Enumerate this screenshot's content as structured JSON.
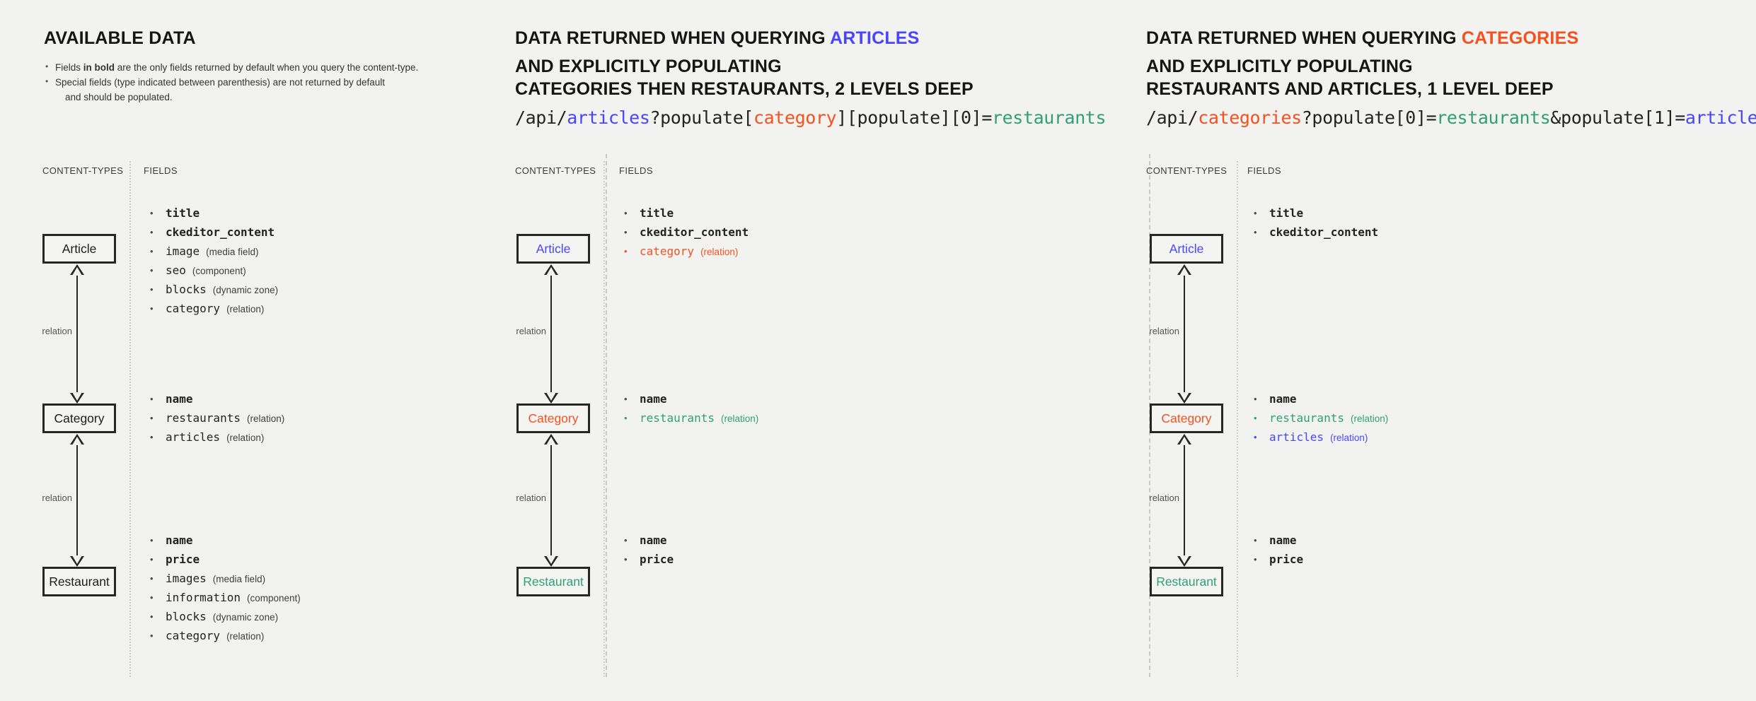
{
  "panels": [
    {
      "id": "available-data",
      "heading_lines": [
        {
          "text": "AVAILABLE DATA",
          "accent": null,
          "accent_text": null
        }
      ],
      "notes": [
        {
          "pre": "Fields ",
          "bold": "in bold",
          "post": " are the only fields returned by default when you query the content-type."
        },
        {
          "pre": "Special fields (type indicated between parenthesis) are not returned by default",
          "bold": "",
          "post": ""
        },
        {
          "pre": "and should be populated.",
          "bold": "",
          "post": ""
        }
      ],
      "api_query": null,
      "col_labels": {
        "content_types": "CONTENT-TYPES",
        "fields": "FIELDS"
      },
      "relation_label": "relation",
      "boxes": [
        {
          "label": "Article",
          "color": "default"
        },
        {
          "label": "Category",
          "color": "default"
        },
        {
          "label": "Restaurant",
          "color": "default"
        }
      ],
      "field_groups": [
        {
          "owner": "Article",
          "fields": [
            {
              "name": "title",
              "type": "",
              "bold": true,
              "color": "default"
            },
            {
              "name": "ckeditor_content",
              "type": "",
              "bold": true,
              "color": "default"
            },
            {
              "name": "image",
              "type": "(media field)",
              "bold": false,
              "color": "default"
            },
            {
              "name": "seo",
              "type": "(component)",
              "bold": false,
              "color": "default"
            },
            {
              "name": "blocks",
              "type": "(dynamic zone)",
              "bold": false,
              "color": "default"
            },
            {
              "name": "category",
              "type": "(relation)",
              "bold": false,
              "color": "default"
            }
          ]
        },
        {
          "owner": "Category",
          "fields": [
            {
              "name": "name",
              "type": "",
              "bold": true,
              "color": "default"
            },
            {
              "name": "restaurants",
              "type": "(relation)",
              "bold": false,
              "color": "default"
            },
            {
              "name": "articles",
              "type": "(relation)",
              "bold": false,
              "color": "default"
            }
          ]
        },
        {
          "owner": "Restaurant",
          "fields": [
            {
              "name": "name",
              "type": "",
              "bold": true,
              "color": "default"
            },
            {
              "name": "price",
              "type": "",
              "bold": true,
              "color": "default"
            },
            {
              "name": "images",
              "type": "(media field)",
              "bold": false,
              "color": "default"
            },
            {
              "name": "information",
              "type": "(component)",
              "bold": false,
              "color": "default"
            },
            {
              "name": "blocks",
              "type": "(dynamic zone)",
              "bold": false,
              "color": "default"
            },
            {
              "name": "category",
              "type": "(relation)",
              "bold": false,
              "color": "default"
            }
          ]
        }
      ]
    },
    {
      "id": "querying-articles",
      "heading_lines": [
        {
          "text": "DATA RETURNED WHEN QUERYING ",
          "accent": "blue",
          "accent_text": "ARTICLES"
        },
        {
          "text": "AND EXPLICITLY POPULATING",
          "accent": null,
          "accent_text": null
        },
        {
          "text": "CATEGORIES THEN RESTAURANTS, 2 LEVELS DEEP",
          "accent": null,
          "accent_text": null
        }
      ],
      "notes": [],
      "api_query": [
        {
          "t": "/api/",
          "c": "default"
        },
        {
          "t": "articles",
          "c": "blue"
        },
        {
          "t": "?populate[",
          "c": "default"
        },
        {
          "t": "category",
          "c": "red"
        },
        {
          "t": "][populate][0]=",
          "c": "default"
        },
        {
          "t": "restaurants",
          "c": "green"
        }
      ],
      "col_labels": {
        "content_types": "CONTENT-TYPES",
        "fields": "FIELDS"
      },
      "relation_label": "relation",
      "boxes": [
        {
          "label": "Article",
          "color": "blue"
        },
        {
          "label": "Category",
          "color": "red"
        },
        {
          "label": "Restaurant",
          "color": "green"
        }
      ],
      "field_groups": [
        {
          "owner": "Article",
          "fields": [
            {
              "name": "title",
              "type": "",
              "bold": true,
              "color": "default"
            },
            {
              "name": "ckeditor_content",
              "type": "",
              "bold": true,
              "color": "default"
            },
            {
              "name": "category",
              "type": "(relation)",
              "bold": false,
              "color": "red"
            }
          ]
        },
        {
          "owner": "Category",
          "fields": [
            {
              "name": "name",
              "type": "",
              "bold": true,
              "color": "default"
            },
            {
              "name": "restaurants",
              "type": "(relation)",
              "bold": false,
              "color": "green"
            }
          ]
        },
        {
          "owner": "Restaurant",
          "fields": [
            {
              "name": "name",
              "type": "",
              "bold": true,
              "color": "default"
            },
            {
              "name": "price",
              "type": "",
              "bold": true,
              "color": "default"
            }
          ]
        }
      ]
    },
    {
      "id": "querying-categories",
      "heading_lines": [
        {
          "text": "DATA RETURNED WHEN QUERYING ",
          "accent": "red",
          "accent_text": "CATEGORIES"
        },
        {
          "text": "AND EXPLICITLY POPULATING",
          "accent": null,
          "accent_text": null
        },
        {
          "text": "RESTAURANTS AND ARTICLES, 1 LEVEL DEEP",
          "accent": null,
          "accent_text": null
        }
      ],
      "notes": [],
      "api_query": [
        {
          "t": "/api/",
          "c": "default"
        },
        {
          "t": "categories",
          "c": "red"
        },
        {
          "t": "?populate[0]=",
          "c": "default"
        },
        {
          "t": "restaurants",
          "c": "green"
        },
        {
          "t": "&populate[1]=",
          "c": "default"
        },
        {
          "t": "articles",
          "c": "blue"
        }
      ],
      "col_labels": {
        "content_types": "CONTENT-TYPES",
        "fields": "FIELDS"
      },
      "relation_label": "relation",
      "boxes": [
        {
          "label": "Article",
          "color": "blue"
        },
        {
          "label": "Category",
          "color": "red"
        },
        {
          "label": "Restaurant",
          "color": "green"
        }
      ],
      "field_groups": [
        {
          "owner": "Article",
          "fields": [
            {
              "name": "title",
              "type": "",
              "bold": true,
              "color": "default"
            },
            {
              "name": "ckeditor_content",
              "type": "",
              "bold": true,
              "color": "default"
            }
          ]
        },
        {
          "owner": "Category",
          "fields": [
            {
              "name": "name",
              "type": "",
              "bold": true,
              "color": "default"
            },
            {
              "name": "restaurants",
              "type": "(relation)",
              "bold": false,
              "color": "green"
            },
            {
              "name": "articles",
              "type": "(relation)",
              "bold": false,
              "color": "blue"
            }
          ]
        },
        {
          "owner": "Restaurant",
          "fields": [
            {
              "name": "name",
              "type": "",
              "bold": true,
              "color": "default"
            },
            {
              "name": "price",
              "type": "",
              "bold": true,
              "color": "default"
            }
          ]
        }
      ]
    }
  ],
  "colors": {
    "background": "#f2f2f1",
    "accent_blue": "#4945ff",
    "accent_red": "#f5511e",
    "accent_green": "#2f9e79",
    "ink": "#262626"
  }
}
